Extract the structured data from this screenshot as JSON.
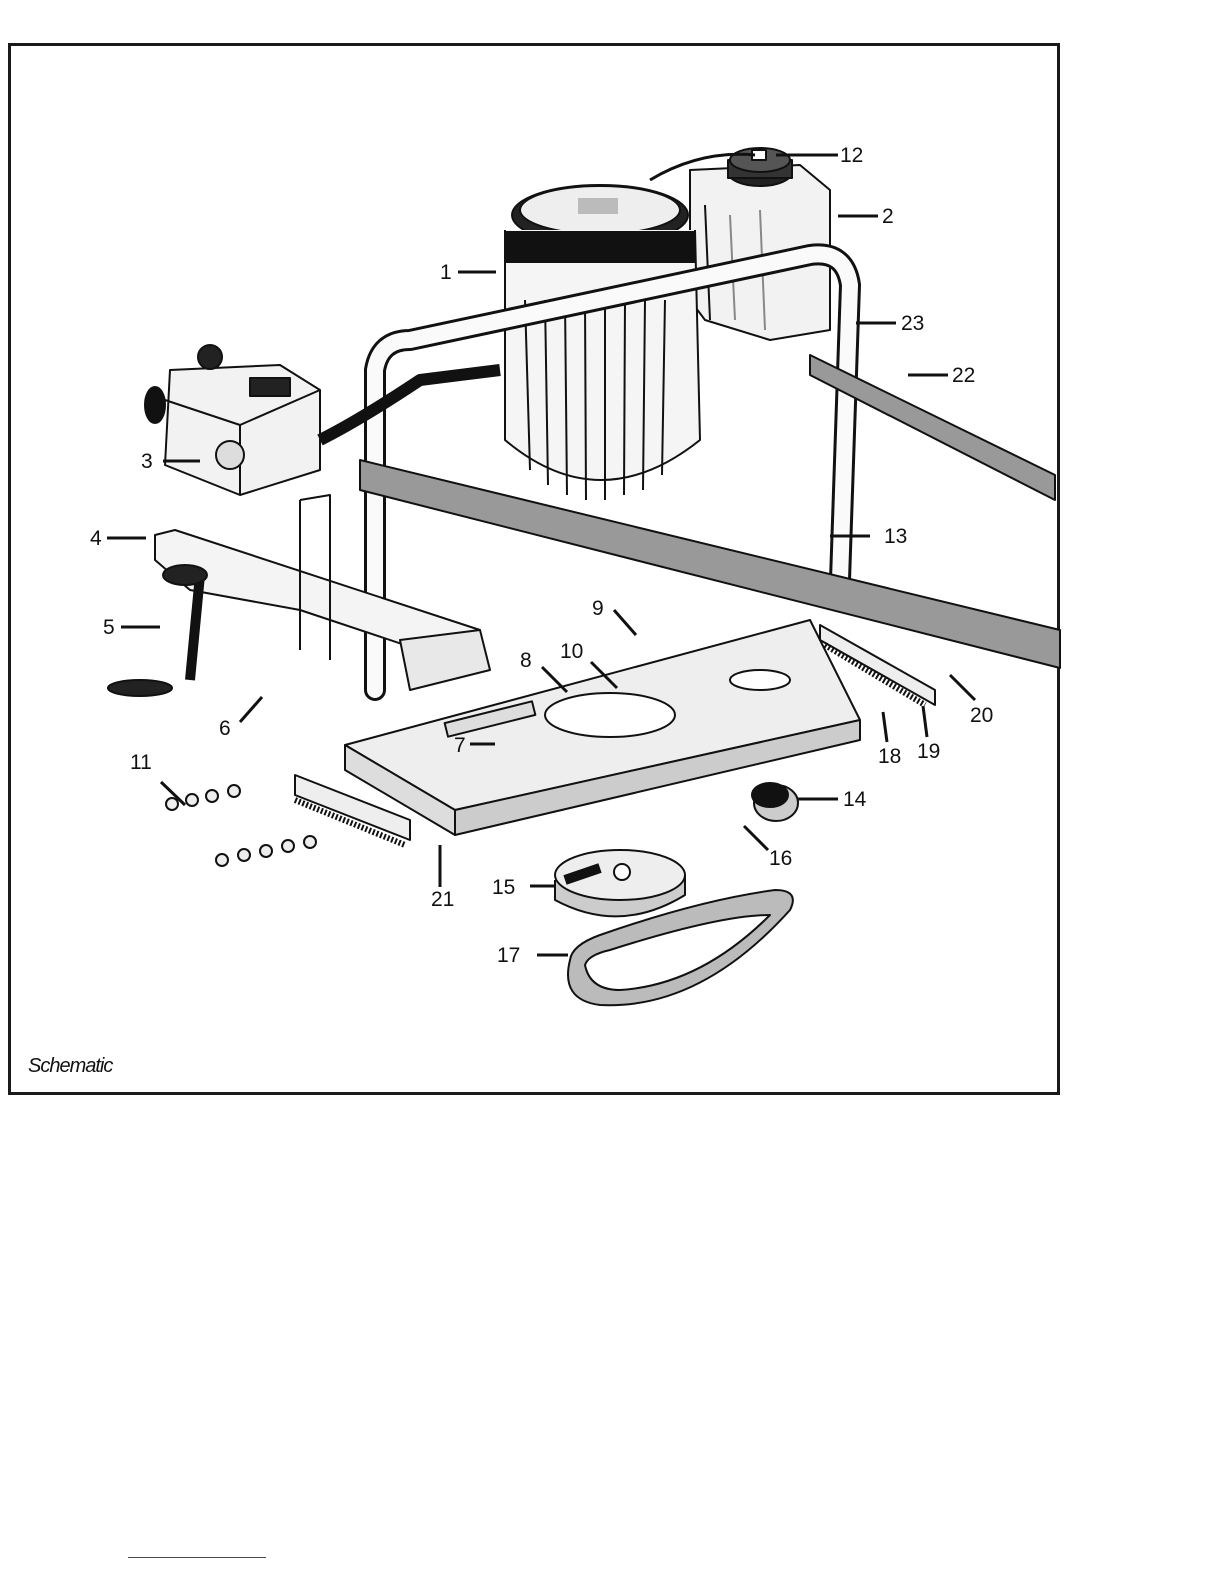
{
  "diagram": {
    "caption": "Schematic",
    "callouts": [
      {
        "id": "1",
        "label": "1"
      },
      {
        "id": "2",
        "label": "2"
      },
      {
        "id": "3",
        "label": "3"
      },
      {
        "id": "4",
        "label": "4"
      },
      {
        "id": "5",
        "label": "5"
      },
      {
        "id": "6",
        "label": "6"
      },
      {
        "id": "7",
        "label": "7"
      },
      {
        "id": "8",
        "label": "8"
      },
      {
        "id": "9",
        "label": "9"
      },
      {
        "id": "10",
        "label": "10"
      },
      {
        "id": "11",
        "label": "11"
      },
      {
        "id": "12",
        "label": "12"
      },
      {
        "id": "13",
        "label": "13"
      },
      {
        "id": "14",
        "label": "14"
      },
      {
        "id": "15",
        "label": "15"
      },
      {
        "id": "16",
        "label": "16"
      },
      {
        "id": "17",
        "label": "17"
      },
      {
        "id": "18",
        "label": "18"
      },
      {
        "id": "19",
        "label": "19"
      },
      {
        "id": "20",
        "label": "20"
      },
      {
        "id": "21",
        "label": "21"
      },
      {
        "id": "22",
        "label": "22"
      },
      {
        "id": "23",
        "label": "23"
      }
    ]
  }
}
